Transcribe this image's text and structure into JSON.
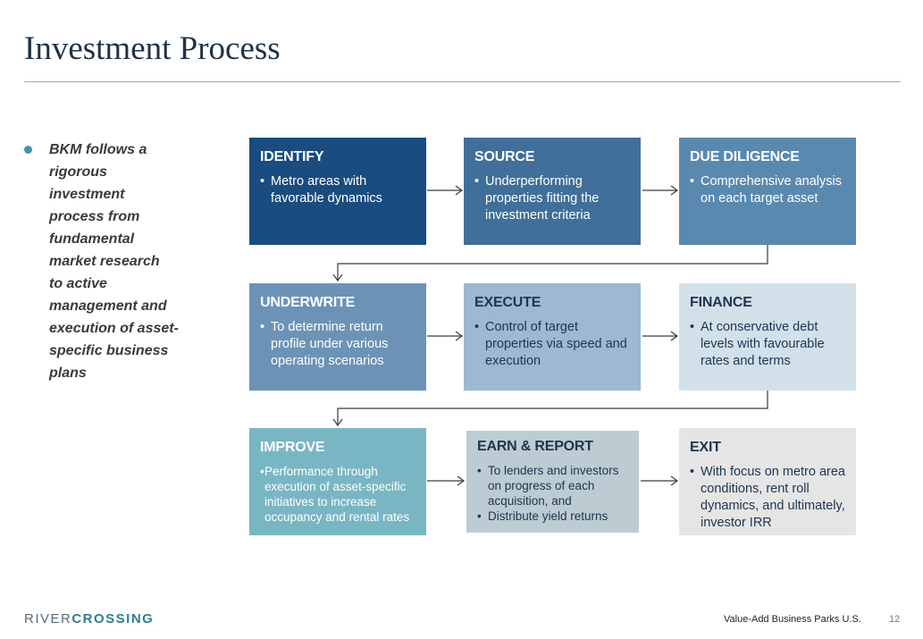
{
  "slide": {
    "title": "Investment Process",
    "summary": "BKM follows a\nrigorous\ninvestment\nprocess from\nfundamental\nmarket research\nto active\nmanagement and\nexecution of asset-\nspecific business\nplans"
  },
  "process_steps": [
    {
      "title": "IDENTIFY",
      "items": [
        "Metro areas with favorable dynamics"
      ]
    },
    {
      "title": "SOURCE",
      "items": [
        "Underperforming properties fitting the investment criteria"
      ]
    },
    {
      "title": "DUE DILIGENCE",
      "items": [
        "Comprehensive analysis on each target asset"
      ]
    },
    {
      "title": "UNDERWRITE",
      "items": [
        "To determine return profile under various operating scenarios"
      ]
    },
    {
      "title": "EXECUTE",
      "items": [
        "Control of target properties via speed and execution"
      ]
    },
    {
      "title": "FINANCE",
      "items": [
        "At conservative debt levels with favourable rates and terms"
      ]
    },
    {
      "title": "IMPROVE",
      "items": [
        "Performance through execution of asset-specific initiatives to increase occupancy and rental rates"
      ]
    },
    {
      "title": "EARN & REPORT",
      "items": [
        "To lenders and investors on progress of each acquisition, and",
        "Distribute yield returns"
      ]
    },
    {
      "title": "EXIT",
      "items": [
        "With focus on metro area conditions, rent roll dynamics, and ultimately, investor IRR"
      ]
    }
  ],
  "box_colors": {
    "identify": "#1a4c80",
    "source": "#3f6f9a",
    "due_diligence": "#5a89b0",
    "underwrite": "#6c93b6",
    "execute": "#9db8d1",
    "finance": "#d2e0ea",
    "improve": "#79b6c3",
    "earn_report": "#bcccd2",
    "exit": "#e5e5e5"
  },
  "footer": {
    "logo_part1": "RIVER",
    "logo_part2": "CROSSING",
    "label": "Value-Add Business Parks U.S.",
    "page": "12"
  }
}
